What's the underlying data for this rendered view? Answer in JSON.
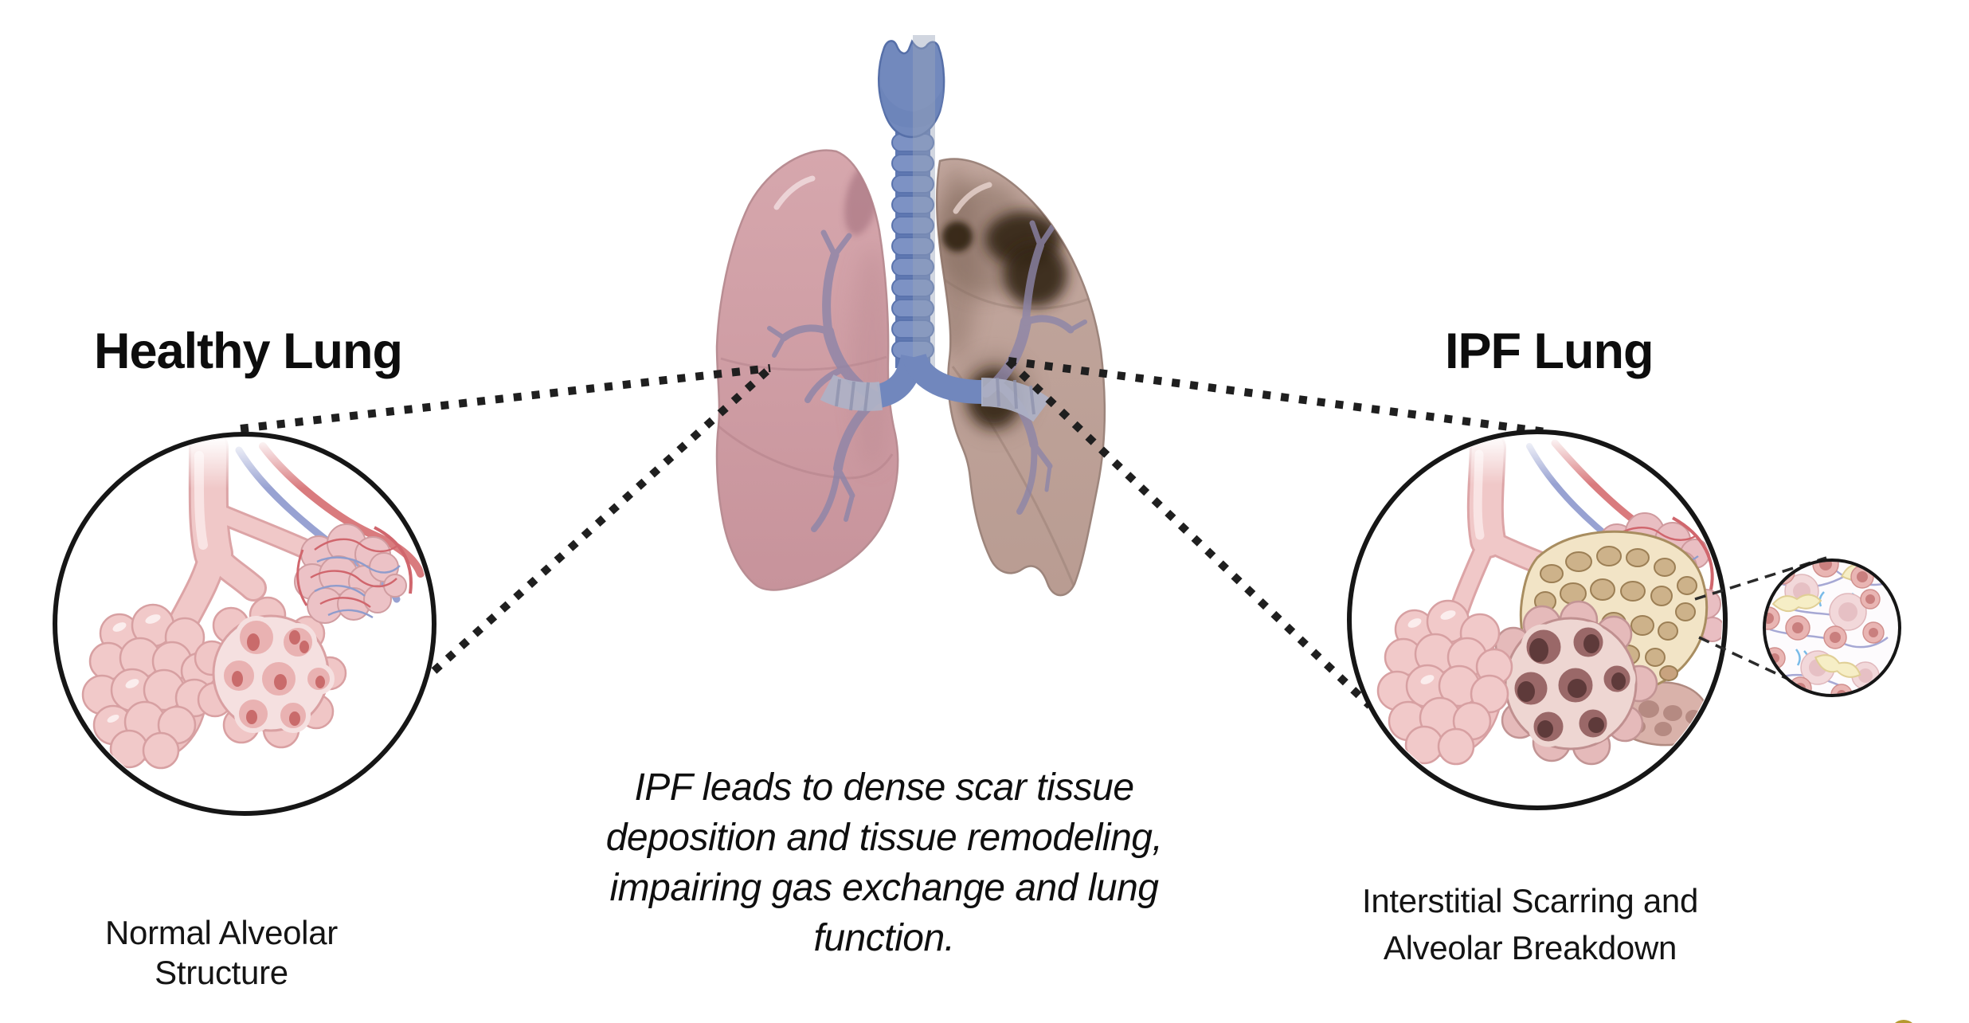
{
  "diagram": {
    "healthy": {
      "title": "Healthy Lung",
      "caption": "Normal Alveolar Structure"
    },
    "ipf": {
      "title": "IPF Lung",
      "caption": "Interstitial Scarring and\nAlveolar Breakdown"
    },
    "note": "IPF leads to dense scar tissue\ndeposition and tissue remodeling,\nimpairing gas exchange and lung\nfunction."
  },
  "palette": {
    "ink": "#161616",
    "healthy_pink": "#d0a0a7",
    "ipf_tan": "#bfa49b",
    "trachea_blue": "#7289bd",
    "scar_dark": "#352619",
    "honeycomb_cream": "#f2e4c6",
    "honeycomb_cell": "#cdb28a",
    "fibrosis_maroon": "#9a6868",
    "alveoli_pink": "#f0c8c8",
    "vessel_red": "#d0666d",
    "vessel_blue": "#8f9ccc",
    "badge_gold": "#b5992f"
  }
}
